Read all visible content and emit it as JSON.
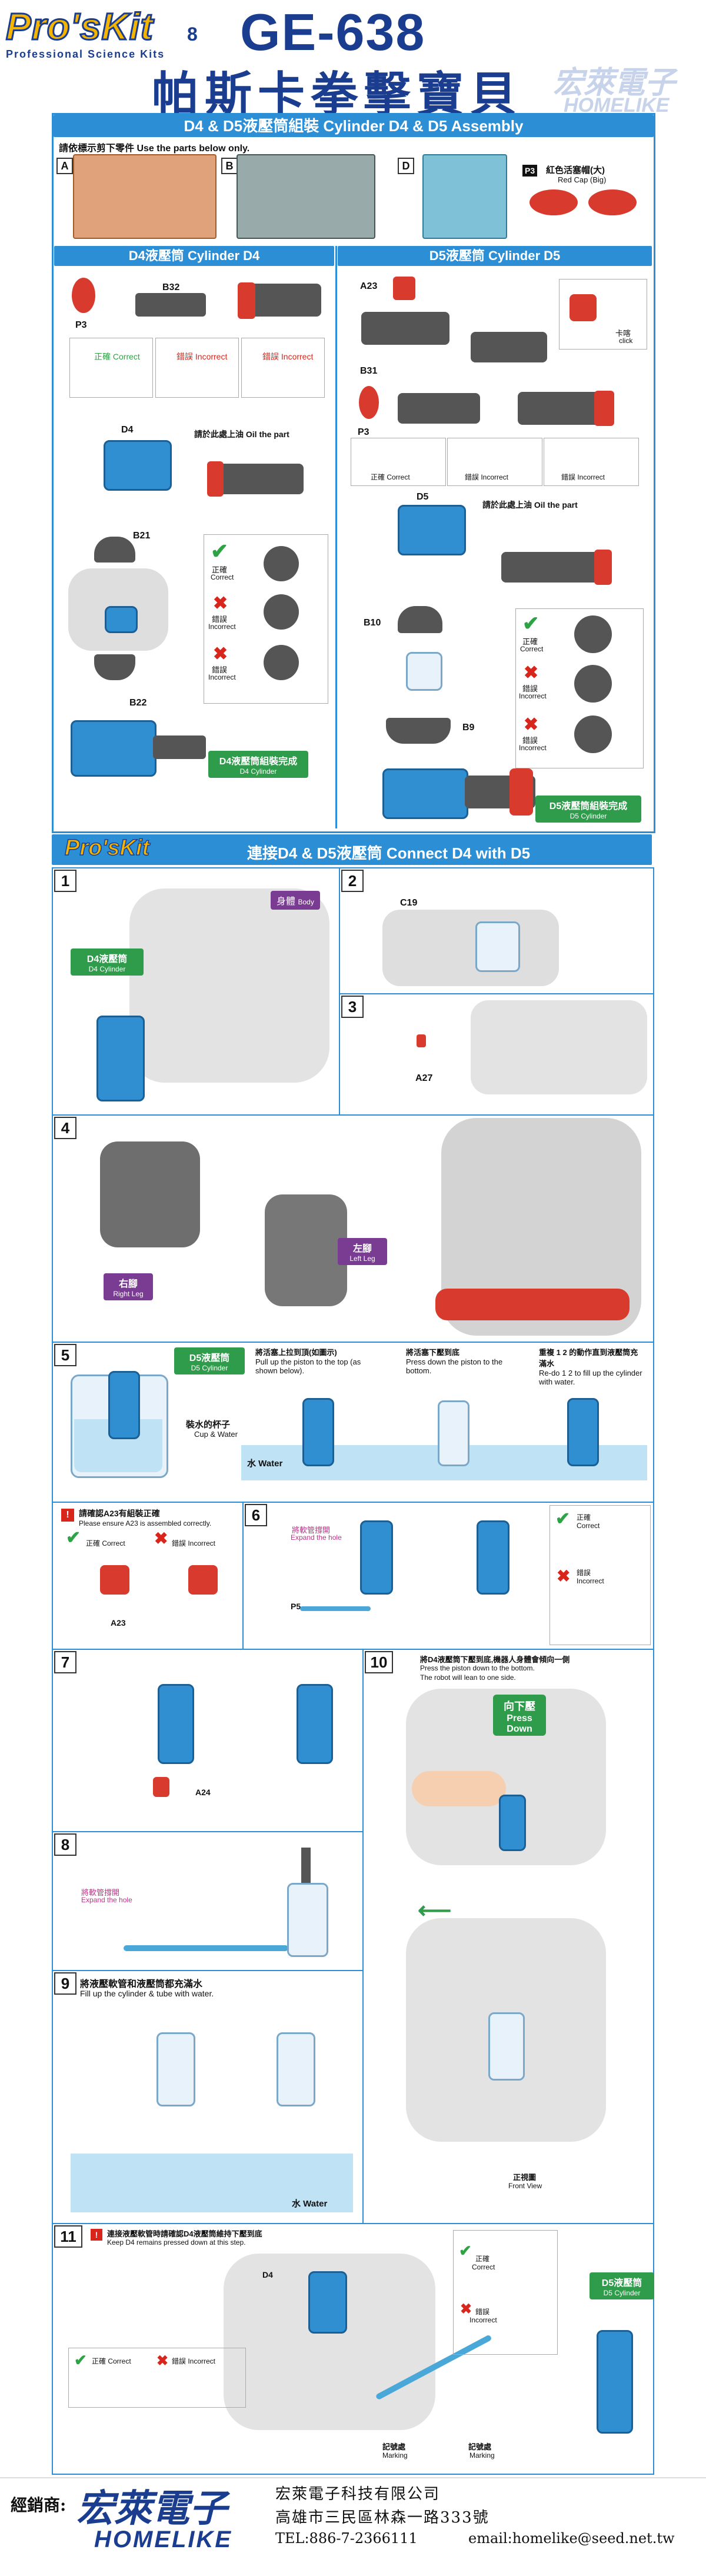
{
  "header": {
    "brand": "Pro'sKit",
    "brand_sub": "Professional Science Kits",
    "page_number": "8",
    "model": "GE-638",
    "title": "帕斯卡拳擊寶貝",
    "dealer_logo_cn": "宏萊電子",
    "dealer_logo_en": "HOMELIKE"
  },
  "section1": {
    "title": "D4 & D5液壓筒組裝 Cylinder D4 & D5 Assembly",
    "instruction": "請依標示剪下零件 Use the parts below only.",
    "sprues": [
      "A",
      "B",
      "D"
    ],
    "part_p3": "P3",
    "red_cap": "紅色活塞帽(大)",
    "red_cap_en": "Red Cap (Big)"
  },
  "d4": {
    "title": "D4液壓筒 Cylinder D4",
    "labels": {
      "p3": "P3",
      "b32": "B32",
      "d4": "D4",
      "b21": "B21",
      "b22": "B22"
    },
    "correct": "正確 Correct",
    "incorrect": "錯誤 Incorrect",
    "oil_note": "請於此處上油 Oil the part",
    "correct2": "正確",
    "correct2_en": "Correct",
    "incorrect2": "錯誤",
    "incorrect2_en": "Incorrect",
    "done": "D4液壓筒組裝完成",
    "done_en": "D4 Cylinder"
  },
  "d5": {
    "title": "D5液壓筒 Cylinder D5",
    "labels": {
      "a23": "A23",
      "b31": "B31",
      "p3": "P3",
      "d5": "D5",
      "b10": "B10",
      "b9": "B9"
    },
    "click": "卡喀",
    "click_en": "click",
    "correct": "正確 Correct",
    "incorrect": "錯誤 Incorrect",
    "oil_note": "請於此處上油 Oil the part",
    "correct2": "正確",
    "correct2_en": "Correct",
    "incorrect2": "錯誤",
    "incorrect2_en": "Incorrect",
    "done": "D5液壓筒組裝完成",
    "done_en": "D5 Cylinder"
  },
  "section2": {
    "title": "連接D4 & D5液壓筒 Connect D4 with D5",
    "brand": "Pro'sKit"
  },
  "steps": {
    "s1": {
      "num": "1",
      "body": "身體",
      "body_en": "Body",
      "d4": "D4液壓筒",
      "d4_en": "D4 Cylinder"
    },
    "s2": {
      "num": "2",
      "c19": "C19"
    },
    "s3": {
      "num": "3",
      "a27": "A27"
    },
    "s4": {
      "num": "4",
      "right": "右腳",
      "right_en": "Right Leg",
      "left": "左腳",
      "left_en": "Left Leg"
    },
    "s5": {
      "num": "5",
      "d5": "D5液壓筒",
      "d5_en": "D5 Cylinder",
      "cup": "裝水的杯子",
      "cup_en": "Cup & Water",
      "sub1": "將活塞上拉到頂(如圖示)",
      "sub1_en": "Pull up the piston to the top (as shown below).",
      "sub2": "將活塞下壓到底",
      "sub2_en": "Press down the piston to the bottom.",
      "sub3": "重複 1 2 的動作直到液壓筒充滿水",
      "sub3_en": "Re-do 1 2 to fill up the cylinder with water.",
      "water": "水 Water"
    },
    "s6_note": {
      "text": "請確認A23有組裝正確",
      "text_en": "Please ensure A23 is assembled correctly.",
      "correct": "正確 Correct",
      "incorrect": "錯誤 Incorrect",
      "a23": "A23"
    },
    "s6": {
      "num": "6",
      "expand": "將軟管撐開",
      "expand_en": "Expand the hole",
      "p5": "P5",
      "correct": "正確",
      "correct_en": "Correct",
      "incorrect": "錯誤",
      "incorrect_en": "Incorrect"
    },
    "s7": {
      "num": "7",
      "a24": "A24"
    },
    "s8": {
      "num": "8",
      "expand": "將軟管撐開",
      "expand_en": "Expand the hole"
    },
    "s9": {
      "num": "9",
      "text": "將液壓軟管和液壓筒都充滿水",
      "text_en": "Fill up the cylinder & tube with water.",
      "water": "水 Water"
    },
    "s10": {
      "num": "10",
      "text": "將D4液壓筒下壓到底,機器人身體會傾向一側",
      "text_en": "Press the piston down to the bottom.",
      "text_en2": "The robot will lean to one side.",
      "press": "向下壓",
      "press_en": "Press Down",
      "front": "正視圖",
      "front_en": "Front View"
    },
    "s11": {
      "num": "11",
      "text": "連接液壓軟管時請確認D4液壓筒維持下壓到底",
      "text_en": "Keep D4 remains pressed down at this step.",
      "d4": "D4",
      "correct": "正確",
      "correct_en": "Correct",
      "incorrect": "錯誤",
      "incorrect_en": "Incorrect",
      "correct_b": "正確 Correct",
      "incorrect_b": "錯誤 Incorrect",
      "marking": "記號處",
      "marking_en": "Marking",
      "d5": "D5液壓筒",
      "d5_en": "D5 Cylinder"
    }
  },
  "footer": {
    "dealer_label": "經銷商:",
    "logo_cn": "宏萊電子",
    "logo_en": "HOMELIKE",
    "company": "宏萊電子科技有限公司",
    "address": "高雄市三民區林森一路333號",
    "tel": "TEL:886-7-2366111",
    "email": "email:homelike@seed.net.tw"
  }
}
